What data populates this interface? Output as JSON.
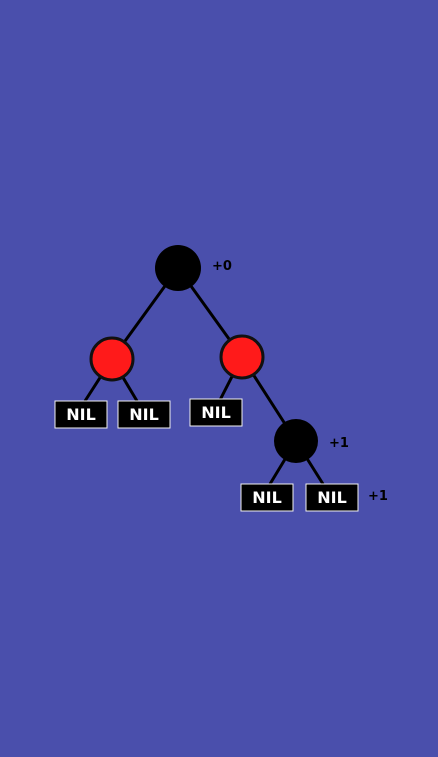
{
  "diagram": {
    "background_color": "#4a4fac",
    "tree": {
      "root": {
        "color": "black",
        "annotation": "+0"
      },
      "left_red": {
        "color": "red"
      },
      "right_red": {
        "color": "red"
      },
      "right_black": {
        "color": "black",
        "annotation": "+1"
      },
      "nil_label": "NIL",
      "nil_right_black_annotation": "+1"
    },
    "colors": {
      "red_node": "#ff1a1a",
      "black_node": "#000000",
      "nil_fill": "#000000"
    }
  }
}
